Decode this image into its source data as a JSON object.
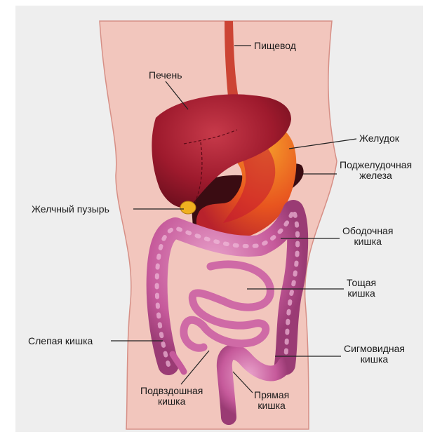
{
  "colors": {
    "background": "#eeeeee",
    "torso": "#f2c6bd",
    "torso_outline": "#d68f86",
    "liver": "#9e1a2d",
    "stomach": "#e8551f",
    "stomach_inner": "#c5182f",
    "gallbladder": "#f0b020",
    "pancreas": "#3a0c12",
    "esophagus": "#cc4434",
    "colon": "#c65a9b",
    "small_intestine": "#cf6aa6",
    "leader_line": "#222222"
  },
  "labels": {
    "esophagus": "Пищевод",
    "liver": "Печень",
    "stomach": "Желудок",
    "pancreas": [
      "Поджелудочная",
      "железа"
    ],
    "gallbladder": "Желчный пузырь",
    "colon": [
      "Ободочная",
      "кишка"
    ],
    "jejunum": [
      "Тощая",
      "кишка"
    ],
    "cecum": "Слепая кишка",
    "sigmoid": [
      "Сигмовидная",
      "кишка"
    ],
    "ileum": [
      "Подвздошная",
      "кишка"
    ],
    "rectum": [
      "Прямая",
      "кишка"
    ]
  }
}
